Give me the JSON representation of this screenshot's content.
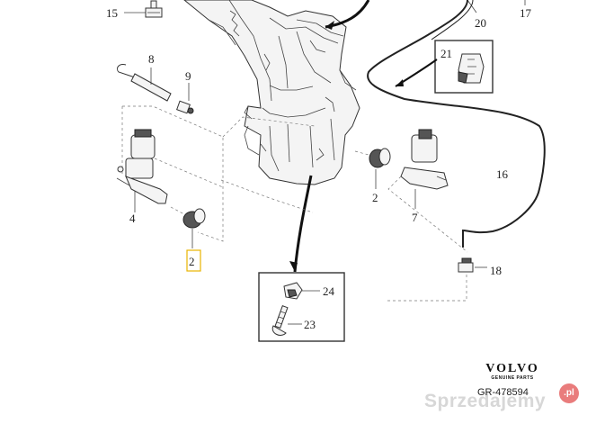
{
  "diagram": {
    "callouts": {
      "c15": "15",
      "c20": "20",
      "c17": "17",
      "c8": "8",
      "c9": "9",
      "c21": "21",
      "c4": "4",
      "c2_left": "2",
      "c2_right": "2",
      "c7": "7",
      "c16": "16",
      "c18": "18",
      "c24": "24",
      "c23": "23"
    }
  },
  "branding": {
    "brand_name": "VOLVO",
    "brand_sub": "GENUINE PARTS",
    "document_code": "GR-478594"
  },
  "watermark": {
    "text": "Sprzedajemy",
    "badge": ".pl"
  }
}
